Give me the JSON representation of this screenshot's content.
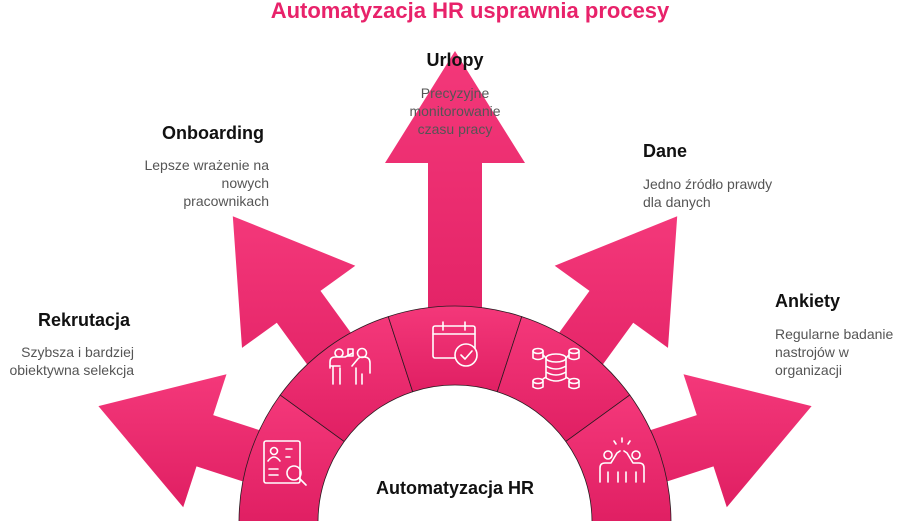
{
  "title": "Automatyzacja HR usprawnia procesy",
  "center_label": "Automatyzacja HR",
  "colors": {
    "accent": "#e8226a",
    "fill_top": "#f4387a",
    "fill_bottom": "#e01f63",
    "divider": "#2a1a20"
  },
  "items": [
    {
      "label": "Rekrutacja",
      "desc": "Szybsza i bardziej obiektywna selekcja",
      "desc_lines": [
        "Szybsza i bardziej",
        "obiektywna selekcja"
      ],
      "icon": "candidate-search-icon"
    },
    {
      "label": "Onboarding",
      "desc_lines": [
        "Lepsze wrażenie na",
        "nowych",
        "pracownikach"
      ],
      "icon": "presentation-icon"
    },
    {
      "label": "Urlopy",
      "desc_lines": [
        "Precyzyjne",
        "monitorowanie",
        "czasu pracy"
      ],
      "icon": "calendar-check-icon"
    },
    {
      "label": "Dane",
      "desc_lines": [
        "Jedno źródło prawdy",
        "dla danych"
      ],
      "icon": "database-network-icon"
    },
    {
      "label": "Ankiety",
      "desc_lines": [
        "Regularne badanie",
        "nastrojów w",
        "organizacji"
      ],
      "icon": "high-five-icon"
    }
  ]
}
